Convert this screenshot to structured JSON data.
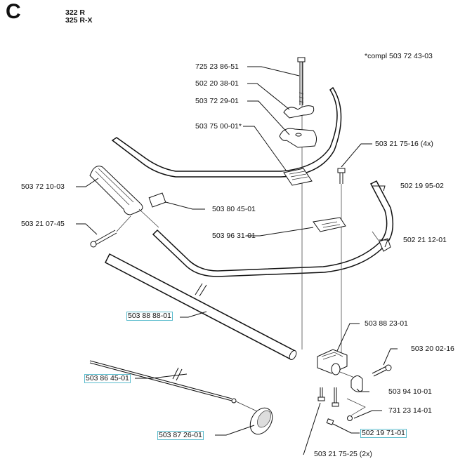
{
  "header": {
    "section_letter": "C",
    "models": [
      "322 R",
      "325 R-X"
    ],
    "complete_note": "*compl 503 72 43-03"
  },
  "parts": [
    {
      "id": "bolt",
      "number": "725 23 86-51",
      "highlighted": false
    },
    {
      "id": "wing-nut",
      "number": "502 20 38-01",
      "highlighted": false
    },
    {
      "id": "clamp-top",
      "number": "503 72 29-01",
      "highlighted": false
    },
    {
      "id": "clamp-base",
      "number": "503 75 00-01*",
      "highlighted": false
    },
    {
      "id": "screw-4x",
      "number": "503 21 75-16 (4x)",
      "highlighted": false
    },
    {
      "id": "grip",
      "number": "503 72 10-03",
      "highlighted": false
    },
    {
      "id": "handle-right",
      "number": "502 19 95-02",
      "highlighted": false
    },
    {
      "id": "grip-clamp",
      "number": "503 80 45-01",
      "highlighted": false
    },
    {
      "id": "grip-screw",
      "number": "503 21 07-45",
      "highlighted": false
    },
    {
      "id": "bracket",
      "number": "503 96 31-01",
      "highlighted": false
    },
    {
      "id": "handle-end",
      "number": "502 21 12-01",
      "highlighted": false
    },
    {
      "id": "shaft-tube",
      "number": "503 88 88-01",
      "highlighted": true
    },
    {
      "id": "clamp-block",
      "number": "503 88 23-01",
      "highlighted": false
    },
    {
      "id": "screw-clamp",
      "number": "503 20 02-16",
      "highlighted": false
    },
    {
      "id": "drive-shaft",
      "number": "503 86 45-01",
      "highlighted": true
    },
    {
      "id": "sleeve",
      "number": "503 94 10-01",
      "highlighted": false
    },
    {
      "id": "nut",
      "number": "731 23 14-01",
      "highlighted": false
    },
    {
      "id": "square-nut",
      "number": "502 19 71-01",
      "highlighted": true
    },
    {
      "id": "guard-knob",
      "number": "503 87 26-01",
      "highlighted": true
    },
    {
      "id": "screw-2x",
      "number": "503 21 75-25 (2x)",
      "highlighted": false
    }
  ]
}
